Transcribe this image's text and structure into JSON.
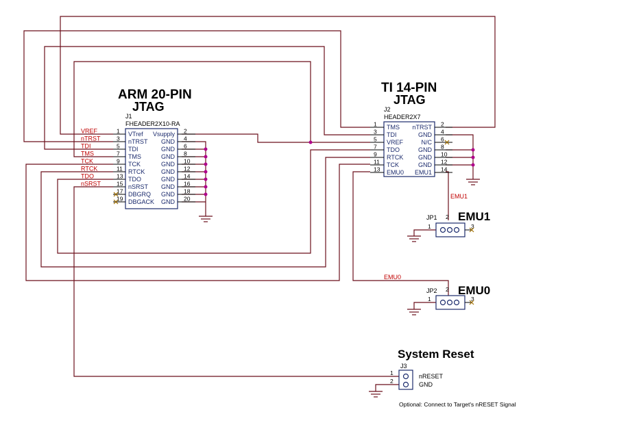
{
  "arm": {
    "title_line1": "ARM 20-PIN",
    "title_line2": "JTAG",
    "refdes": "J1",
    "part": "FHEADER2X10-RA",
    "left_pins": [
      {
        "num": "1",
        "name": "VTref",
        "net": "VREF"
      },
      {
        "num": "3",
        "name": "nTRST",
        "net": "nTRST"
      },
      {
        "num": "5",
        "name": "TDI",
        "net": "TDI"
      },
      {
        "num": "7",
        "name": "TMS",
        "net": "TMS"
      },
      {
        "num": "9",
        "name": "TCK",
        "net": "TCK"
      },
      {
        "num": "11",
        "name": "RTCK",
        "net": "RTCK"
      },
      {
        "num": "13",
        "name": "TDO",
        "net": "TDO"
      },
      {
        "num": "15",
        "name": "nSRST",
        "net": "nSRST"
      },
      {
        "num": "17",
        "name": "DBGRQ",
        "net": ""
      },
      {
        "num": "19",
        "name": "DBGACK",
        "net": ""
      }
    ],
    "right_pins": [
      {
        "num": "2",
        "name": "Vsupply"
      },
      {
        "num": "4",
        "name": "GND"
      },
      {
        "num": "6",
        "name": "GND"
      },
      {
        "num": "8",
        "name": "GND"
      },
      {
        "num": "10",
        "name": "GND"
      },
      {
        "num": "12",
        "name": "GND"
      },
      {
        "num": "14",
        "name": "GND"
      },
      {
        "num": "16",
        "name": "GND"
      },
      {
        "num": "18",
        "name": "GND"
      },
      {
        "num": "20",
        "name": "GND"
      }
    ]
  },
  "ti": {
    "title_line1": "TI 14-PIN",
    "title_line2": "JTAG",
    "refdes": "J2",
    "part": "HEADER2X7",
    "left_pins": [
      {
        "num": "1",
        "name": "TMS"
      },
      {
        "num": "3",
        "name": "TDI"
      },
      {
        "num": "5",
        "name": "VREF"
      },
      {
        "num": "7",
        "name": "TDO"
      },
      {
        "num": "9",
        "name": "RTCK"
      },
      {
        "num": "11",
        "name": "TCK"
      },
      {
        "num": "13",
        "name": "EMU0"
      }
    ],
    "right_pins": [
      {
        "num": "2",
        "name": "nTRST"
      },
      {
        "num": "4",
        "name": "GND"
      },
      {
        "num": "6",
        "name": "N/C"
      },
      {
        "num": "8",
        "name": "GND"
      },
      {
        "num": "10",
        "name": "GND"
      },
      {
        "num": "12",
        "name": "GND"
      },
      {
        "num": "14",
        "name": "EMU1"
      }
    ]
  },
  "jp1": {
    "refdes": "JP1",
    "title": "EMU1",
    "net": "EMU1",
    "pin1": "1",
    "pin2": "2",
    "pin3": "3"
  },
  "jp2": {
    "refdes": "JP2",
    "title": "EMU0",
    "net": "EMU0",
    "pin1": "1",
    "pin2": "2",
    "pin3": "3"
  },
  "reset": {
    "title": "System Reset",
    "refdes": "J3",
    "pin1": "1",
    "pin2": "2",
    "pin1_label": "nRESET",
    "pin2_label": "GND",
    "note": "Optional:  Connect to Target's nRESET Signal"
  },
  "colors": {
    "wire": "#6b0f1a",
    "part_outline": "#1a2a6c",
    "net_label": "#c00000",
    "junction": "#b0008c"
  }
}
